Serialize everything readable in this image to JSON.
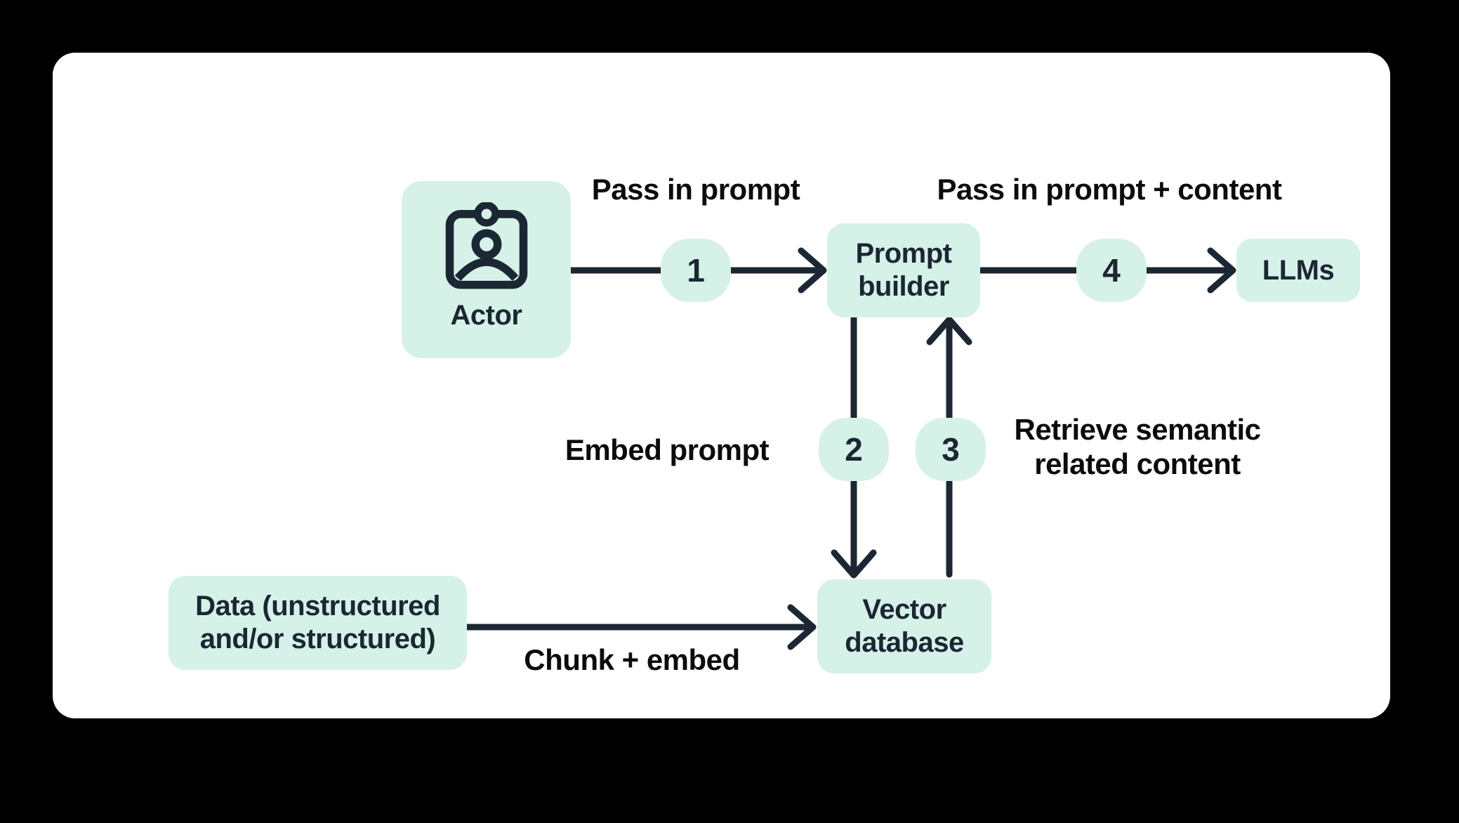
{
  "colors": {
    "page_bg": "#000000",
    "card_bg": "#ffffff",
    "node_fill": "#d6f1e8",
    "node_text": "#1b2733",
    "arrow_color": "#1c2733",
    "label_text": "#0c0c0c"
  },
  "nodes": {
    "actor": {
      "label": "Actor",
      "icon": "person-badge-icon"
    },
    "prompt_builder": {
      "line1": "Prompt",
      "line2": "builder"
    },
    "llms": {
      "label": "LLMs"
    },
    "vector_database": {
      "line1": "Vector",
      "line2": "database"
    },
    "data_source": {
      "line1": "Data (unstructured",
      "line2": "and/or structured)"
    }
  },
  "steps": {
    "step1": {
      "number": "1",
      "label": "Pass in prompt"
    },
    "step2": {
      "number": "2",
      "label": "Embed prompt"
    },
    "step3": {
      "number": "3",
      "label_line1": "Retrieve semantic",
      "label_line2": "related content"
    },
    "step4": {
      "number": "4",
      "label": "Pass in prompt + content"
    }
  },
  "flow_labels": {
    "chunk_embed": "Chunk + embed"
  },
  "edges": [
    {
      "from": "Actor",
      "to": "Prompt builder",
      "step": "1",
      "label": "Pass in prompt"
    },
    {
      "from": "Prompt builder",
      "to": "Vector database",
      "step": "2",
      "label": "Embed prompt"
    },
    {
      "from": "Vector database",
      "to": "Prompt builder",
      "step": "3",
      "label": "Retrieve semantic related content"
    },
    {
      "from": "Prompt builder",
      "to": "LLMs",
      "step": "4",
      "label": "Pass in prompt + content"
    },
    {
      "from": "Data (unstructured and/or structured)",
      "to": "Vector database",
      "step": "",
      "label": "Chunk + embed"
    }
  ]
}
